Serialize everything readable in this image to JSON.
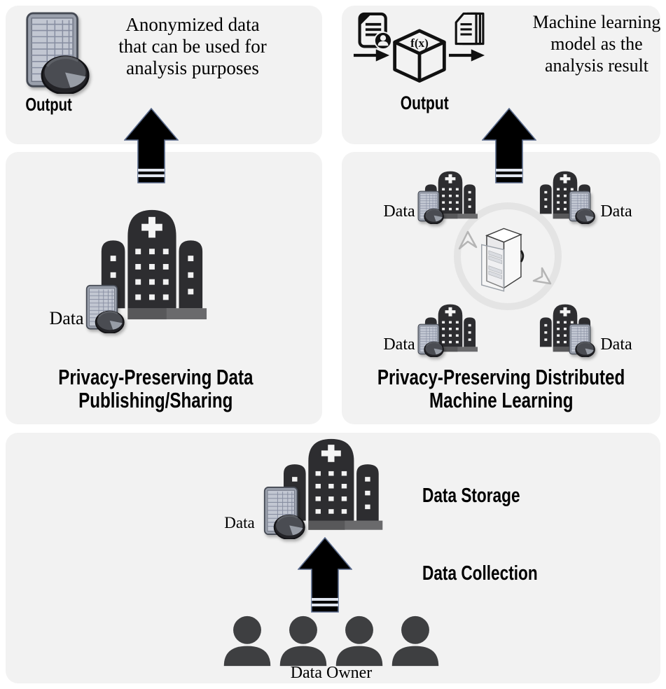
{
  "panels": {
    "pp_publishing": {
      "caption_lines": [
        "Anonymized data",
        "that can be used for",
        "analysis purposes"
      ],
      "output_label": "Output",
      "data_label": "Data",
      "title_lines": [
        "Privacy-Preserving Data",
        "Publishing/Sharing"
      ]
    },
    "pp_distributed_ml": {
      "caption_lines": [
        "Machine learning",
        "model as the",
        "analysis result"
      ],
      "output_label": "Output",
      "fx_label": "f(x)",
      "data_labels": [
        "Data",
        "Data",
        "Data",
        "Data"
      ],
      "title_lines": [
        "Privacy-Preserving Distributed",
        "Machine Learning"
      ]
    },
    "data_collection": {
      "data_label": "Data",
      "storage_label": "Data Storage",
      "collection_label": "Data Collection",
      "owner_label": "Data Owner"
    }
  },
  "colors": {
    "panel_bg": "#f2f2f2",
    "building": "#2d2d30",
    "building_base": "#6a6a6c",
    "people": "#3e3f41",
    "arrow_fill": "#000000",
    "arrow_outline": "#5a6b8c",
    "text": "#000000",
    "ring": "#e4e4e4"
  }
}
